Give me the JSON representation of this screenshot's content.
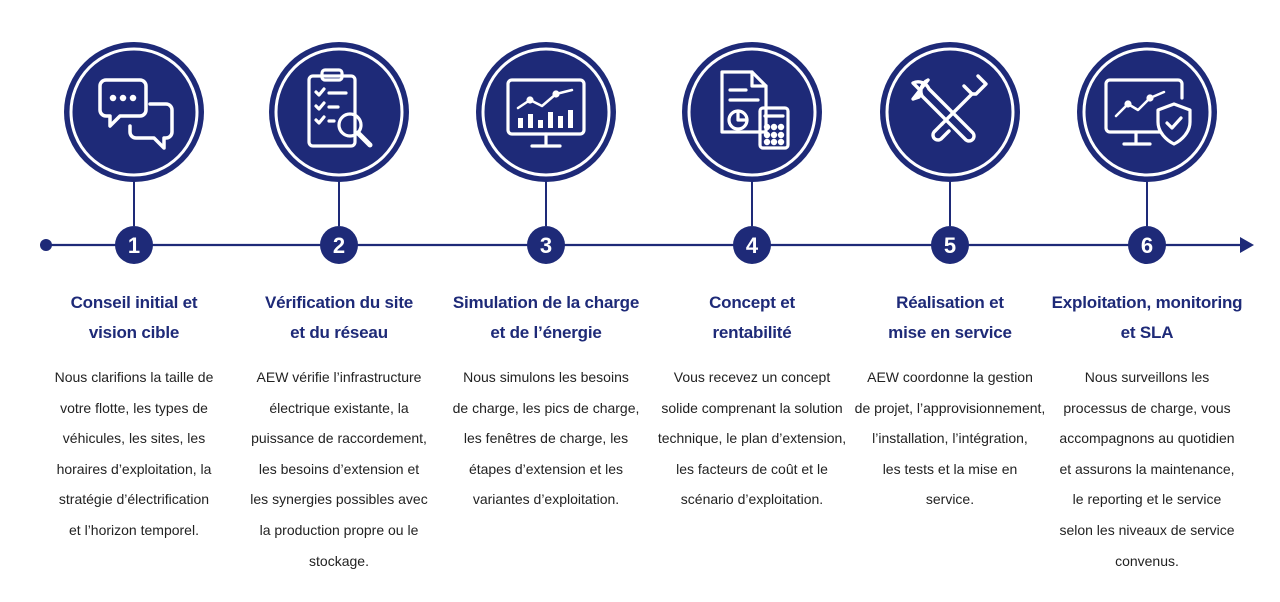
{
  "colors": {
    "navy": "#1e2a78",
    "ring": "#ffffff",
    "text": "#222222"
  },
  "steps": [
    {
      "number": "1",
      "icon": "chat-bubbles-icon",
      "title": "Conseil initial et\nvision cible",
      "description": "Nous clarifions la taille de\nvotre flotte, les types de\nvéhicules, les sites, les\nhoraires d’exploitation, la\nstratégie d’électrification\net l’horizon temporel."
    },
    {
      "number": "2",
      "icon": "clipboard-magnifier-icon",
      "title": "Vérification du site\net du réseau",
      "description": "AEW vérifie l’infrastructure\nélectrique existante, la\npuissance de raccordement,\nles besoins d’extension et\nles synergies possibles avec\nla production propre ou le\nstockage."
    },
    {
      "number": "3",
      "icon": "monitor-chart-icon",
      "title": "Simulation de la charge\net de l’énergie",
      "description": "Nous simulons les besoins\nde charge, les pics de charge,\nles fenêtres de charge, les\nétapes d’extension et les\nvariantes d’exploitation."
    },
    {
      "number": "4",
      "icon": "document-calculator-icon",
      "title": "Concept et\nrentabilité",
      "description": "Vous recevez un concept\nsolide comprenant la solution\ntechnique, le plan d’extension,\nles facteurs de coût et le\nscénario d’exploitation."
    },
    {
      "number": "5",
      "icon": "wrench-screwdriver-icon",
      "title": "Réalisation et\nmise en service",
      "description": "AEW coordonne la gestion\nde projet, l’approvisionnement,\nl’installation, l’intégration,\nles tests et la mise en\nservice."
    },
    {
      "number": "6",
      "icon": "monitor-shield-icon",
      "title": "Exploitation, monitoring\net SLA",
      "description": "Nous surveillons les\nprocessus de charge, vous\naccompagnons au quotidien\net assurons la maintenance,\nle reporting et le service\nselon les niveaux de service\nconvenus."
    }
  ]
}
